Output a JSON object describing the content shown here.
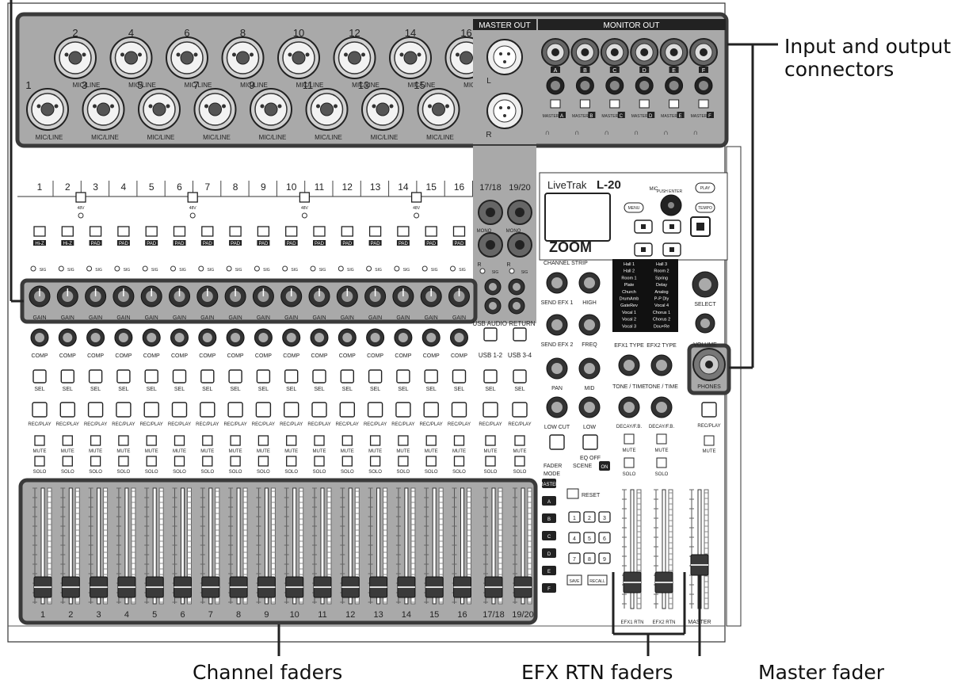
{
  "callouts": {
    "io_connectors": [
      "Input and output",
      "connectors"
    ],
    "channel_faders": "Channel faders",
    "efx_rtn_faders": "EFX RTN faders",
    "master_fader": "Master fader"
  },
  "mixer": {
    "sections": {
      "master_out": "MASTER OUT",
      "monitor_out": "MONITOR OUT",
      "usb_audio_return": "USB AUDIO RETURN",
      "channel_strip": "CHANNEL STRIP",
      "fader_mode": [
        "FADER",
        "MODE"
      ],
      "scene": "SCENE"
    },
    "brand": {
      "product": "LiveTrak",
      "model": "L-20",
      "logo": "ZOOM",
      "mic": "MIC",
      "push_enter": "PUSH ENTER"
    },
    "xlr_even": [
      "2",
      "4",
      "6",
      "8",
      "10",
      "12",
      "14",
      "16"
    ],
    "xlr_odd": [
      "1",
      "3",
      "5",
      "7",
      "9",
      "11",
      "13",
      "15"
    ],
    "mic_line": "MIC/LINE",
    "master_lr": [
      "L",
      "R"
    ],
    "monitor_outputs": [
      "A",
      "B",
      "C",
      "D",
      "E",
      "F"
    ],
    "monitor_master": "MASTER",
    "channels": [
      "1",
      "2",
      "3",
      "4",
      "5",
      "6",
      "7",
      "8",
      "9",
      "10",
      "11",
      "12",
      "13",
      "14",
      "15",
      "16"
    ],
    "stereo_channels": [
      "17/18",
      "19/20"
    ],
    "phantom": "48V",
    "hiz": "Hi-Z",
    "pad": "PAD",
    "sig": "SIG",
    "gain": "GAIN",
    "comp": "COMP",
    "sel": "SEL",
    "rec_play": "REC/PLAY",
    "mute": "MUTE",
    "solo": "SOLO",
    "mono": "MONO",
    "usb_returns": [
      "USB 1-2",
      "USB 3-4"
    ],
    "strip_knobs": [
      "SEND EFX 1",
      "HIGH",
      "SEND EFX 2",
      "FREQ",
      "PAN",
      "MID",
      "LOW CUT",
      "LOW"
    ],
    "eq_off": "EQ OFF",
    "efx1_type": "EFX1 TYPE",
    "efx2_type": "EFX2 TYPE",
    "efx1_list": [
      "Hall 1",
      "Hall 2",
      "Room 1",
      "Plate",
      "Church",
      "DrumAmb",
      "GateRev",
      "Vocal 1",
      "Vocal 2",
      "Vocal 3"
    ],
    "efx2_list": [
      "Hall 3",
      "Room 2",
      "Spring",
      "Delay",
      "Analog",
      "P-P Dly",
      "Vocal 4",
      "Chorus 1",
      "Chorus 2",
      "Dou+Re"
    ],
    "tone_time": "TONE / TIME",
    "decay_fb": "DECAY/F.B.",
    "select": "SELECT",
    "volume": "VOLUME",
    "phones": "PHONES",
    "transport": [
      "PLAY",
      "MENU",
      "TEMPO"
    ],
    "fader_mode_keys": [
      "MASTER",
      "A",
      "B",
      "C",
      "D",
      "E",
      "F"
    ],
    "scene_on": "ON",
    "reset": "RESET",
    "scene_numbers": [
      "1",
      "2",
      "3",
      "4",
      "5",
      "6",
      "7",
      "8",
      "9"
    ],
    "save": "SAVE",
    "recall": "RECALL",
    "bottom_labels": [
      "1",
      "2",
      "3",
      "4",
      "5",
      "6",
      "7",
      "8",
      "9",
      "10",
      "11",
      "12",
      "13",
      "14",
      "15",
      "16",
      "17/18",
      "19/20"
    ],
    "efx1_rtn": "EFX1 RTN",
    "efx2_rtn": "EFX2 RTN",
    "master": "MASTER"
  }
}
